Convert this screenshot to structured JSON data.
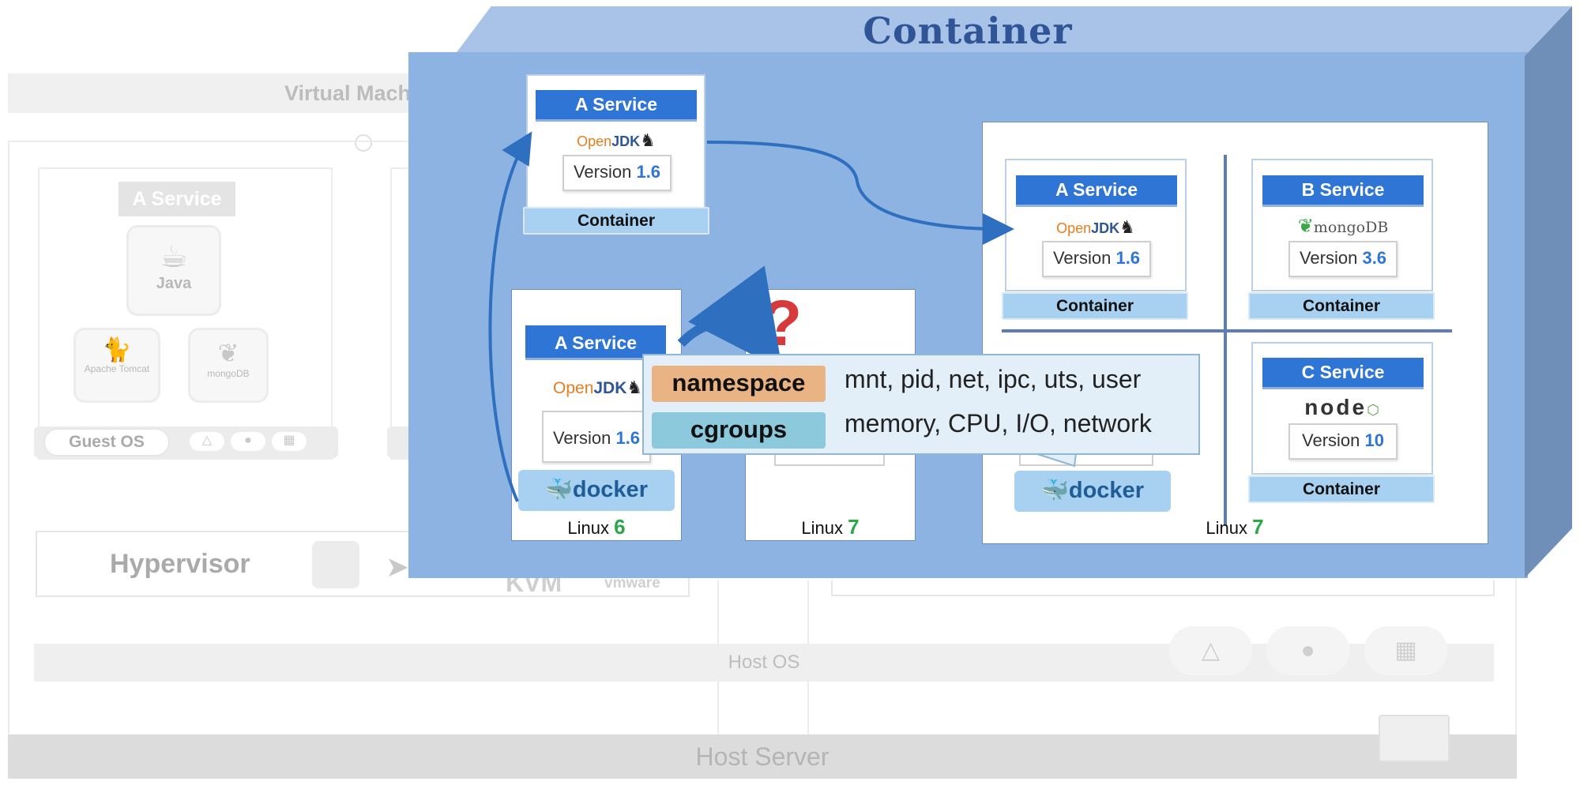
{
  "background": {
    "vm_title": "Virtual Mach",
    "service_badge": "A Service",
    "java_label": "Java",
    "tomcat_label": "Apache Tomcat",
    "mongodb_label": "mongoDB",
    "guest_os": "Guest OS",
    "hypervisor": "Hypervisor",
    "kvm": "KVM",
    "vmware": "vmware",
    "host_os": "Host OS",
    "host_server": "Host Server"
  },
  "container_box": {
    "title": "Container"
  },
  "top_service": {
    "service": "A Service",
    "logo_open": "Open",
    "logo_jdk": "JDK",
    "version_text": "Version",
    "version_num": "1.6",
    "container_label": "Container"
  },
  "host_linux6": {
    "service": "A Service",
    "logo_open": "Open",
    "logo_jdk": "JDK",
    "version_text": "Version",
    "version_num": "1.6",
    "docker": "docker",
    "linux": "Linux",
    "linux_num": "6"
  },
  "host_linux7_small": {
    "linux": "Linux",
    "linux_num": "7",
    "question": "?"
  },
  "host_linux7_big": {
    "linux": "Linux",
    "linux_num": "7",
    "docker": "docker",
    "cells": [
      {
        "service": "A Service",
        "logo": "OpenJDK",
        "logo_open": "Open",
        "logo_jdk": "JDK",
        "version_text": "Version",
        "version_num": "1.6",
        "container_label": "Container"
      },
      {
        "service": "B Service",
        "logo": "mongoDB",
        "version_text": "Version",
        "version_num": "3.6",
        "container_label": "Container"
      },
      {
        "service": "C Service",
        "logo": "node",
        "version_text": "Version",
        "version_num": "10",
        "container_label": "Container"
      }
    ]
  },
  "callout": {
    "namespace_label": "namespace",
    "namespace_desc": "mnt, pid, net, ipc, uts, user",
    "cgroups_label": "cgroups",
    "cgroups_desc": "memory, CPU, I/O, network"
  },
  "colors": {
    "container_front": "#8db3e2",
    "container_top": "#a9c3e8",
    "container_side": "#6f8fb8",
    "service_badge": "#2e75d6",
    "container_label": "#a8d0f0",
    "arrow": "#2e6fc0",
    "linux_number": "#2aa84a",
    "namespace_pill": "#e9b383",
    "cgroups_pill": "#8cc9dc",
    "question_mark": "#d63a3a"
  }
}
